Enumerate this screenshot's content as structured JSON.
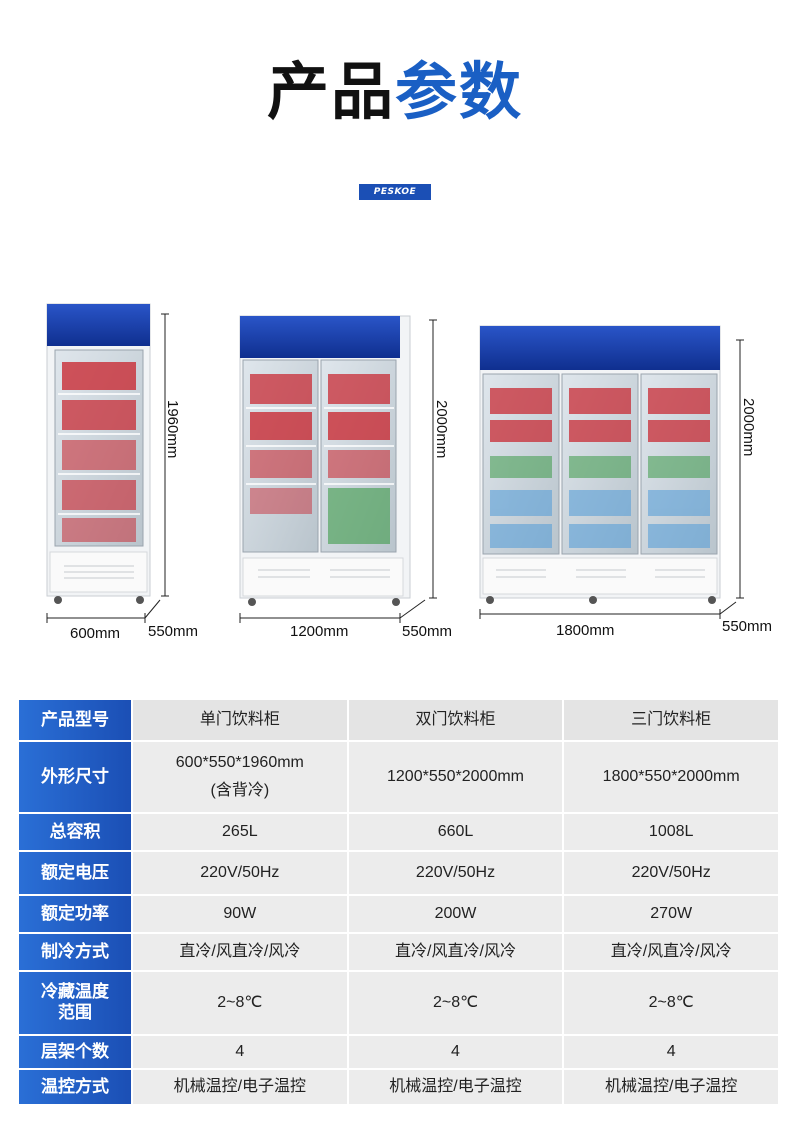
{
  "title": {
    "part1": "产品",
    "part2": "参数"
  },
  "brand": "PESKOE",
  "fridges": [
    {
      "name": "single",
      "height_label": "1960mm",
      "width_label": "600mm",
      "depth_label": "550mm"
    },
    {
      "name": "double",
      "height_label": "2000mm",
      "width_label": "1200mm",
      "depth_label": "550mm"
    },
    {
      "name": "triple",
      "height_label": "2000mm",
      "width_label": "1800mm",
      "depth_label": "550mm"
    }
  ],
  "table": {
    "header": {
      "label": "产品型号",
      "cols": [
        "单门饮料柜",
        "双门饮料柜",
        "三门饮料柜"
      ]
    },
    "rows": [
      {
        "label": "外形尺寸",
        "values": [
          "600*550*1960mm\n(含背冷)",
          "1200*550*2000mm",
          "1800*550*2000mm"
        ]
      },
      {
        "label": "总容积",
        "values": [
          "265L",
          "660L",
          "1008L"
        ]
      },
      {
        "label": "额定电压",
        "values": [
          "220V/50Hz",
          "220V/50Hz",
          "220V/50Hz"
        ]
      },
      {
        "label": "额定功率",
        "values": [
          "90W",
          "200W",
          "270W"
        ]
      },
      {
        "label": "制冷方式",
        "values": [
          "直冷/风直冷/风冷",
          "直冷/风直冷/风冷",
          "直冷/风直冷/风冷"
        ]
      },
      {
        "label": "冷藏温度\n范围",
        "values": [
          "2~8℃",
          "2~8℃",
          "2~8℃"
        ]
      },
      {
        "label": "层架个数",
        "values": [
          "4",
          "4",
          "4"
        ]
      },
      {
        "label": "温控方式",
        "values": [
          "机械温控/电子温控",
          "机械温控/电子温控",
          "机械温控/电子温控"
        ]
      }
    ]
  },
  "colors": {
    "accent": "#1a5fc4",
    "header_cell": "#1b4fb5",
    "table_bg": "#ececec"
  }
}
